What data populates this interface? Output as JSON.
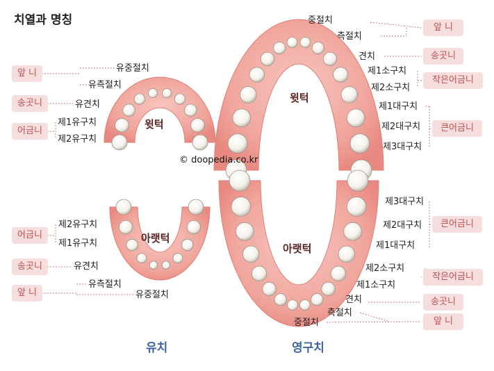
{
  "title": "치열과 명칭",
  "credit": "© doopedia.co.kr",
  "primary": {
    "caption": "유치",
    "upper": {
      "jaw": "윗턱",
      "teeth": [
        "유중절치",
        "유측절치",
        "유견치",
        "제1유구치",
        "제2유구치"
      ],
      "groups": [
        "앞 니",
        "송곳니",
        "어금니"
      ]
    },
    "lower": {
      "jaw": "아랫턱",
      "teeth": [
        "제2유구치",
        "제1유구치",
        "유견치",
        "유측절치",
        "유중절치"
      ],
      "groups": [
        "어금니",
        "송곳니",
        "앞 니"
      ]
    }
  },
  "permanent": {
    "caption": "영구치",
    "upper": {
      "jaw": "윗턱",
      "teeth": [
        "중절치",
        "측절치",
        "견치",
        "제1소구치",
        "제2소구치",
        "제1대구치",
        "제2대구치",
        "제3대구치"
      ],
      "groups": [
        "앞 니",
        "송곳니",
        "작은어금니",
        "큰어금니"
      ]
    },
    "lower": {
      "jaw": "아랫턱",
      "teeth": [
        "제3대구치",
        "제2대구치",
        "제1대구치",
        "제2소구치",
        "제1소구치",
        "견치",
        "측절치",
        "중절치"
      ],
      "groups": [
        "큰어금니",
        "작은어금니",
        "송곳니",
        "앞 니"
      ]
    }
  },
  "colors": {
    "badge_bg": "#f6dede",
    "badge_text": "#c0504f",
    "caption": "#3c63a8",
    "gum": "#e98a82",
    "gum_light": "#f7c6bf",
    "tooth": "#f4f1ea",
    "leader": "#b04a4a"
  }
}
